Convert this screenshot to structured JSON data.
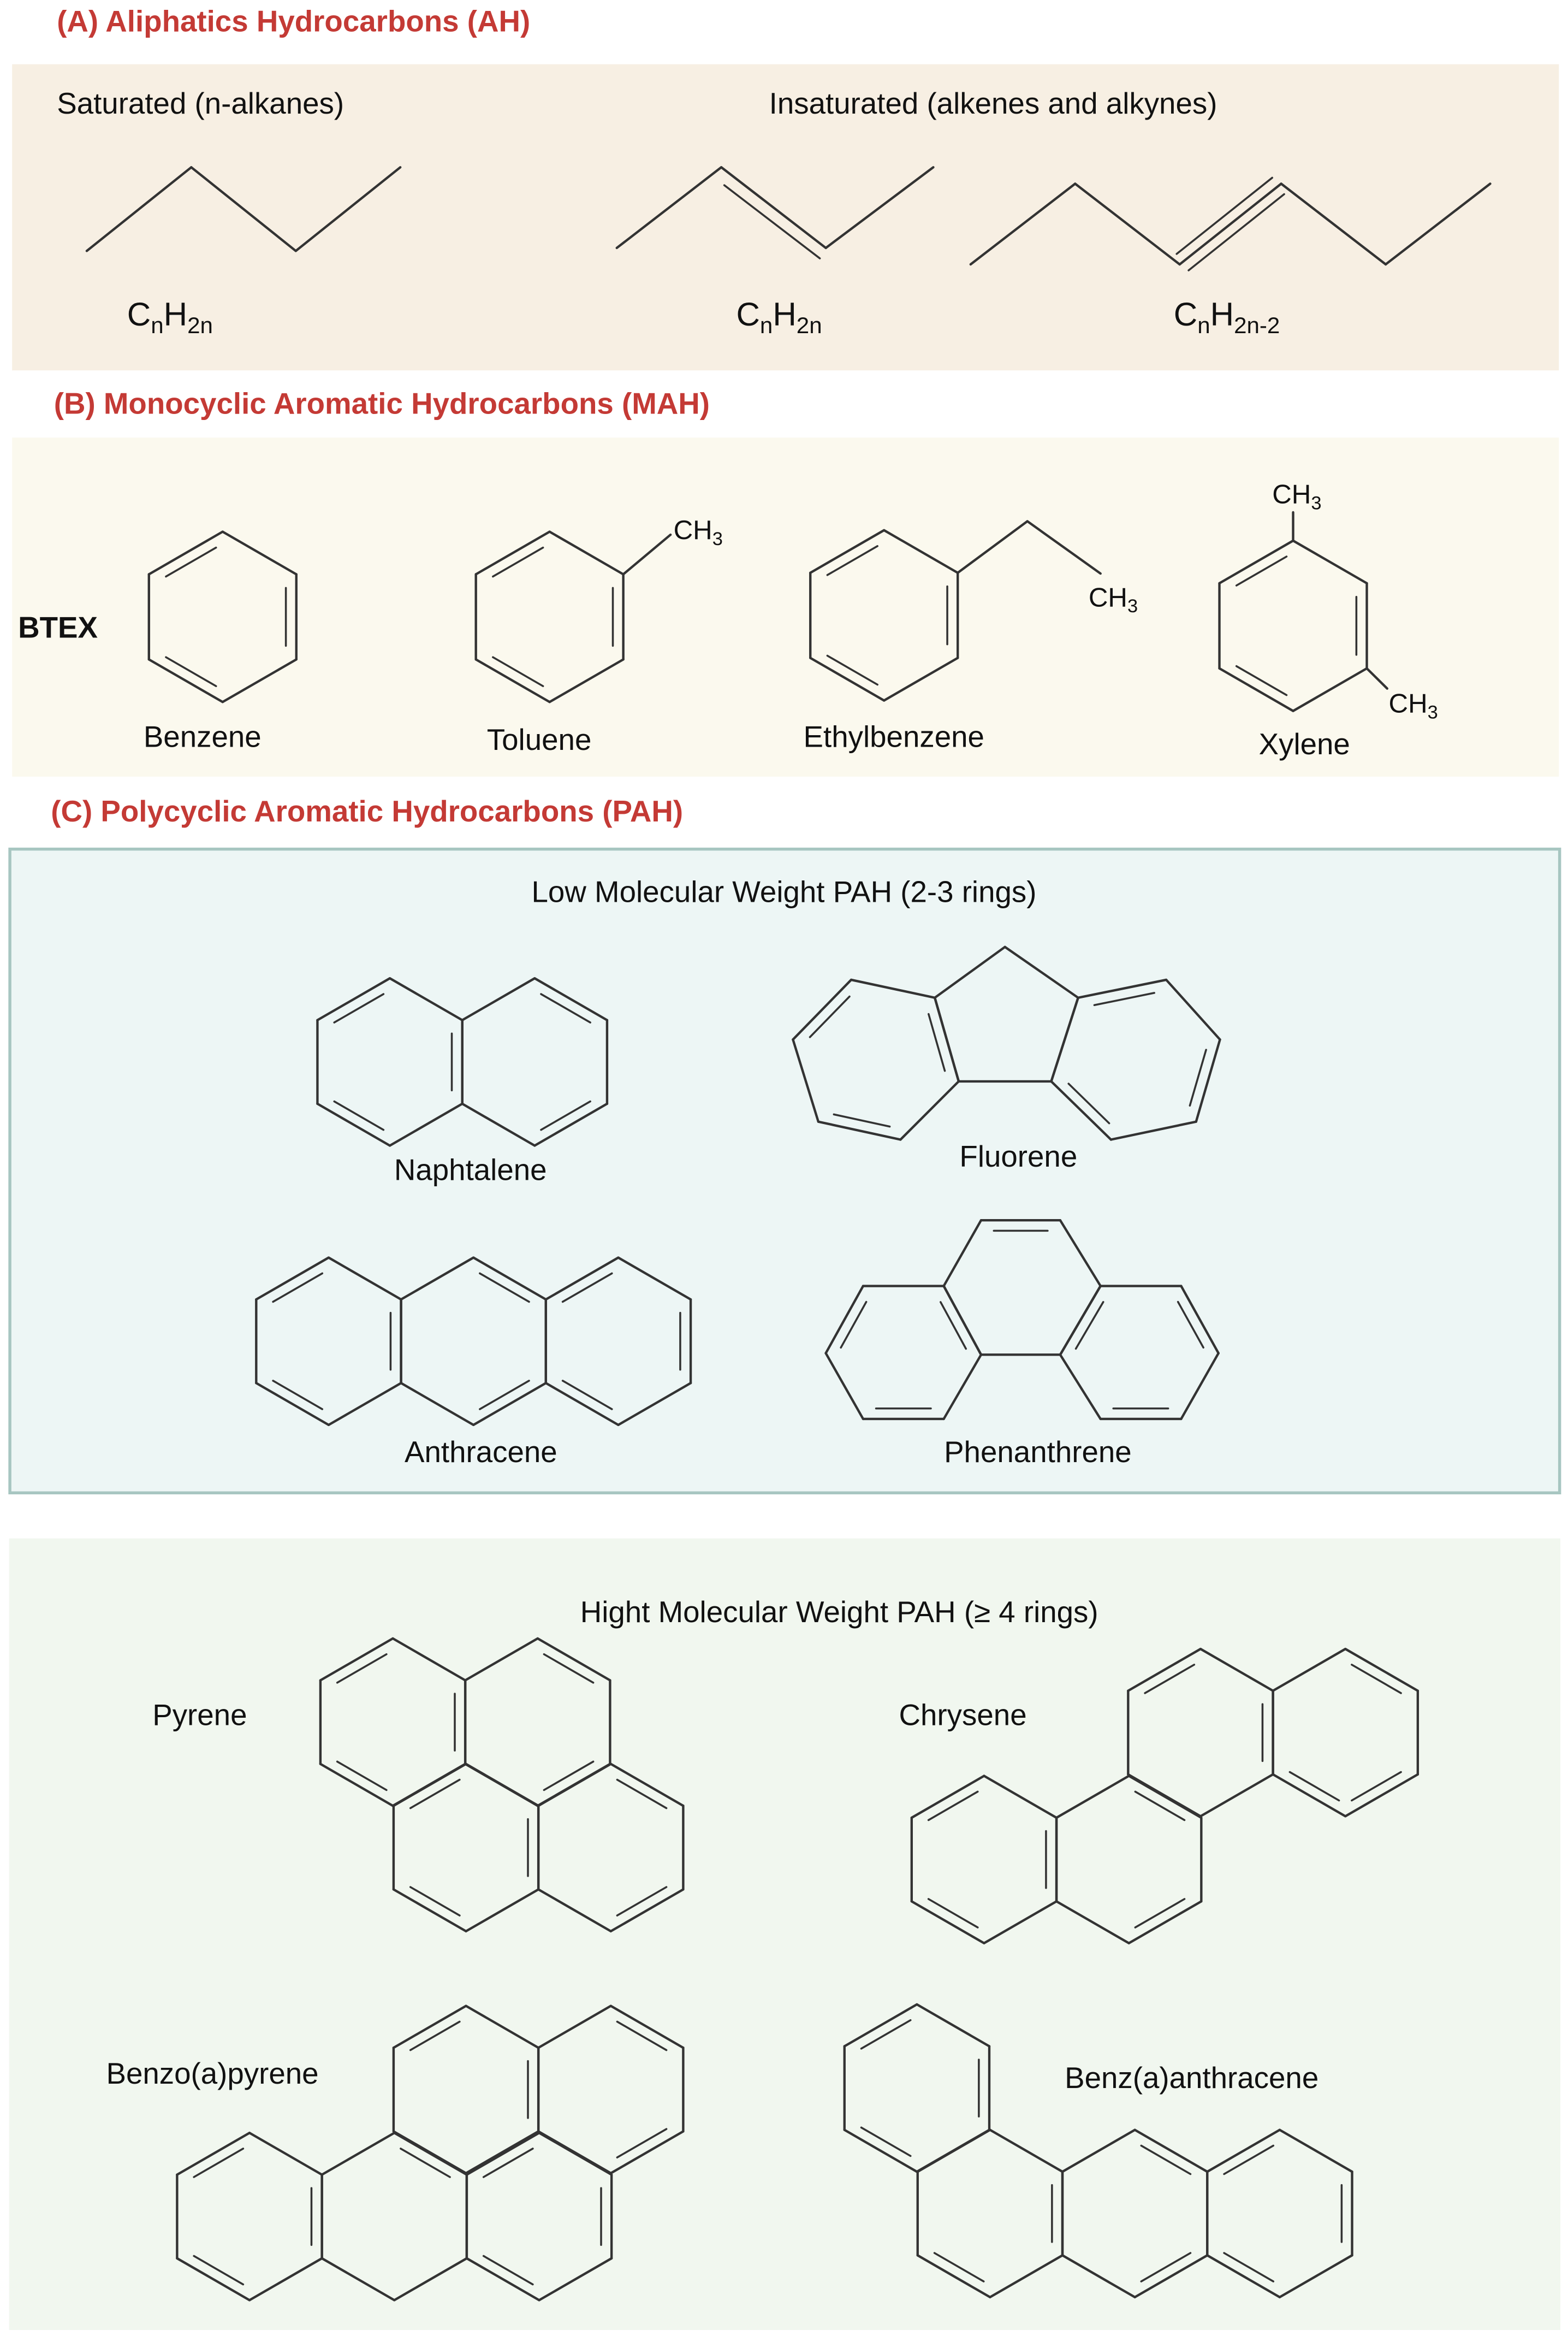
{
  "sections": {
    "aliphatic": {
      "title": "(A) Aliphatics Hydrocarbons (AH)",
      "saturated_label": "Saturated (n-alkanes)",
      "unsaturated_label": "Insaturated (alkenes and alkynes)",
      "formulas": [
        {
          "c": "C",
          "n": "n",
          "h": "H",
          "sub": "2n"
        },
        {
          "c": "C",
          "n": "n",
          "h": "H",
          "sub": "2n"
        },
        {
          "c": "C",
          "n": "n",
          "h": "H",
          "sub": "2n-2"
        }
      ]
    },
    "monocyclic": {
      "title": "(B) Monocyclic Aromatic Hydrocarbons (MAH)",
      "group_label": "BTEX",
      "compounds": [
        "Benzene",
        "Toluene",
        "Ethylbenzene",
        "Xylene"
      ],
      "methyl": {
        "base": "CH",
        "sub": "3"
      }
    },
    "polycyclic": {
      "title": "(C)  Polycyclic Aromatic Hydrocarbons (PAH)",
      "low": {
        "title": "Low Molecular Weight PAH (2-3 rings)",
        "compounds": [
          "Naphtalene",
          "Fluorene",
          "Anthracene",
          "Phenanthrene"
        ]
      },
      "high": {
        "title": "Hight Molecular Weight PAH (≥ 4 rings)",
        "compounds": [
          "Pyrene",
          "Chrysene",
          "Benzo(a)pyrene",
          "Benz(a)anthracene"
        ]
      }
    }
  },
  "colors": {
    "title_red": "#c43a35",
    "aliphatic_bg": "#f7efe3",
    "monocyclic_bg": "#fbf9ee",
    "low_pah_bg": "#edf6f5",
    "low_pah_border": "#a7c6c1",
    "high_pah_bg": "#f1f7ef"
  }
}
